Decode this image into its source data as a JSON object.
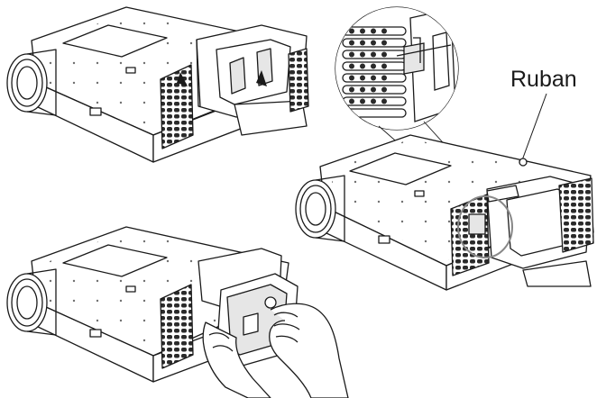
{
  "callout": {
    "label": "Ruban"
  },
  "figures": [
    {
      "name": "projector-top-left",
      "description_id": "step-1"
    },
    {
      "name": "projector-right",
      "description_id": "step-2"
    },
    {
      "name": "projector-bottom-left",
      "description_id": "step-3"
    }
  ],
  "colors": {
    "line": "#1a1a1a",
    "fill": "#ffffff",
    "grille": "#2a2a2a",
    "shade": "#e6e6e6"
  }
}
